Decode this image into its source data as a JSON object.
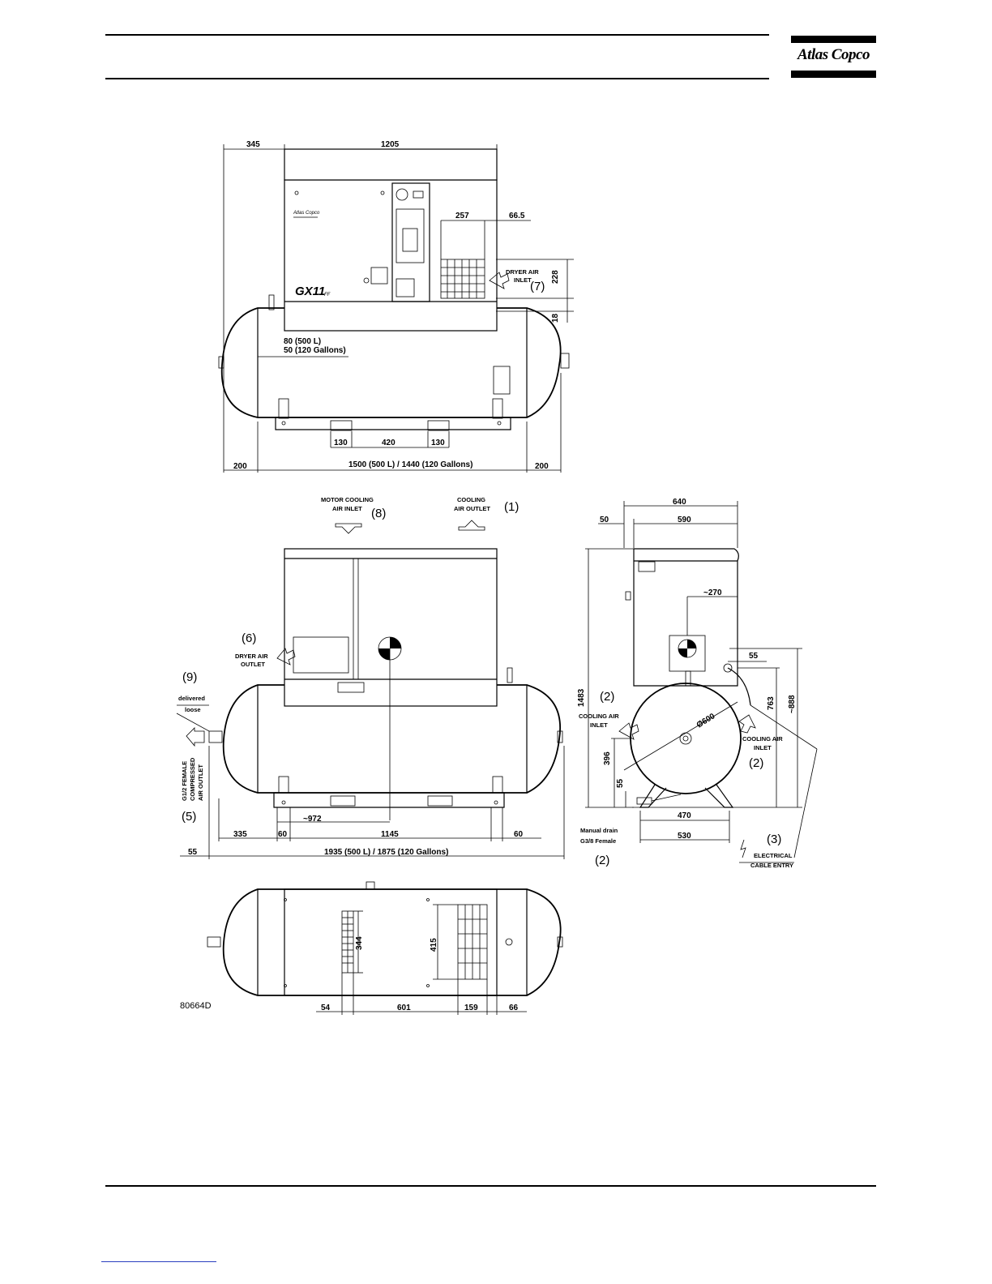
{
  "header": {
    "brand": "Atlas Copco"
  },
  "drawing": {
    "ref_code": "80664D",
    "model_badge": "GX11",
    "model_badge_suffix": "FF",
    "dims_front": {
      "d345": "345",
      "d1205": "1205",
      "d257": "257",
      "d66_5": "66.5",
      "d228": "228",
      "d18": "18",
      "tank_note_1": "80 (500 L)",
      "tank_note_2": "50 (120 Gallons)",
      "d130a": "130",
      "d420": "420",
      "d130b": "130",
      "d200a": "200",
      "d1500": "1500 (500 L) / 1440 (120 Gallons)",
      "d200b": "200"
    },
    "dims_rear": {
      "d972": "~972",
      "d335": "335",
      "d60a": "60",
      "d1145": "1145",
      "d60b": "60",
      "d55": "55",
      "d1935": "1935 (500 L) / 1875 (120 Gallons)"
    },
    "dims_side": {
      "d640": "640",
      "d50": "50",
      "d590": "590",
      "d270": "~270",
      "d55": "55",
      "d1483": "1483",
      "d763": "763",
      "d888": "~888",
      "d396": "396",
      "d55b": "55",
      "d470": "470",
      "d530": "530",
      "d600": "Ø600"
    },
    "dims_top": {
      "d344": "344",
      "d415": "415",
      "d54": "54",
      "d601": "601",
      "d159": "159",
      "d66": "66"
    },
    "labels": {
      "dryer_inlet_1": "DRYER AIR",
      "dryer_inlet_2": "INLET",
      "dryer_inlet_num": "(7)",
      "motor_cooling_1": "MOTOR COOLING",
      "motor_cooling_2": "AIR INLET",
      "motor_cooling_num": "(8)",
      "cooling_outlet_1": "COOLING",
      "cooling_outlet_2": "AIR OUTLET",
      "cooling_outlet_num": "(1)",
      "dryer_outlet_num": "(6)",
      "dryer_outlet_1": "DRYER AIR",
      "dryer_outlet_2": "OUTLET",
      "delivered_num": "(9)",
      "delivered_1": "delivered",
      "delivered_2": "loose",
      "outlet_v1": "G1/2 FEMALE",
      "outlet_v2": "COMPRESSED",
      "outlet_v3": "AIR OUTLET",
      "outlet_num": "(5)",
      "cool_in_left_num": "(2)",
      "cool_in_left_1": "COOLING AIR",
      "cool_in_left_2": "INLET",
      "cool_in_right_1": "COOLING AIR",
      "cool_in_right_2": "INLET",
      "cool_in_right_num": "(2)",
      "drain_1": "Manual drain",
      "drain_2": "G3/8 Female",
      "drain_num": "(2)",
      "cable_num": "(3)",
      "cable_1": "ELECTRICAL",
      "cable_2": "CABLE ENTRY"
    }
  }
}
